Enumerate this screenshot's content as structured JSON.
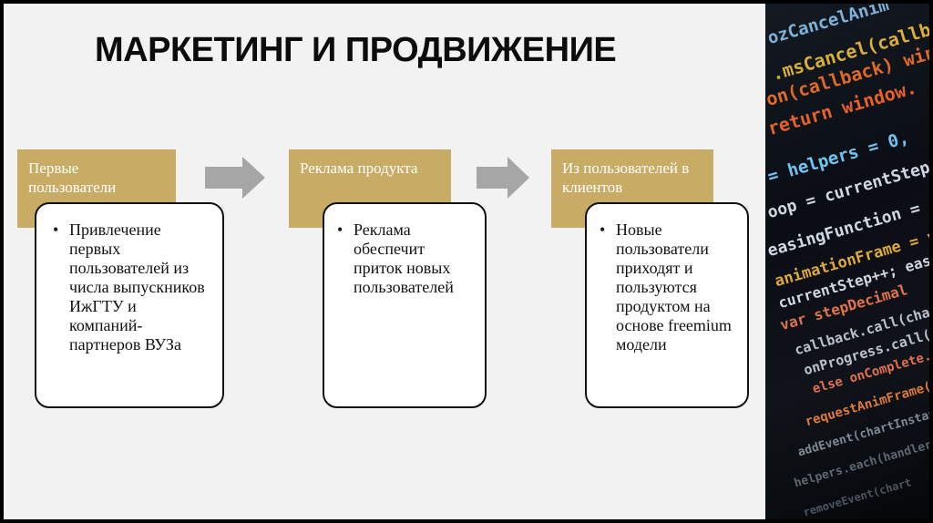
{
  "title": "МАРКЕТИНГ И ПРОДВИЖЕНИЕ",
  "colors": {
    "header_fill": "#c8ac66",
    "arrow_fill": "#a6a6a6",
    "background": "#f2f2f2"
  },
  "steps": [
    {
      "header": "Первые пользователи",
      "text": "Привлечение первых пользователей из числа выпускников ИжГТУ и компаний-партнеров ВУЗа"
    },
    {
      "header": "Реклама продукта",
      "text": "Реклама обеспечит приток новых пользователей"
    },
    {
      "header": "Из пользователей в клиентов",
      "text": "Новые пользователи приходят и пользуются продуктом на основе freemium модели"
    }
  ]
}
